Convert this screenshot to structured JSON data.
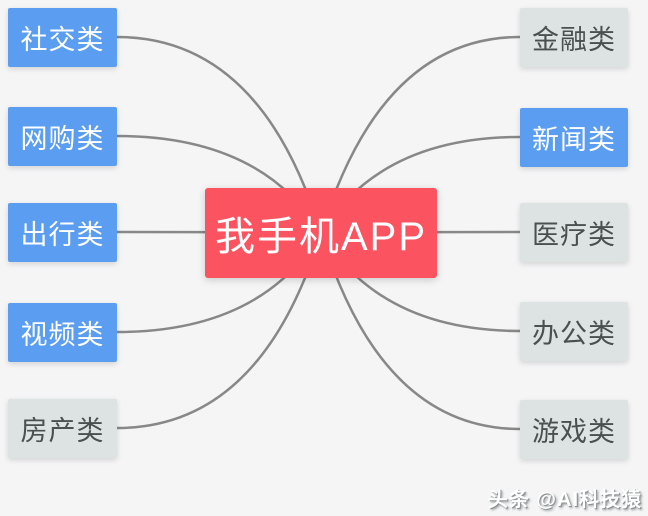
{
  "center_node": {
    "label": "我手机APP",
    "variant": "red"
  },
  "left_nodes": [
    {
      "label": "社交类",
      "variant": "blue"
    },
    {
      "label": "网购类",
      "variant": "blue"
    },
    {
      "label": "出行类",
      "variant": "blue"
    },
    {
      "label": "视频类",
      "variant": "blue"
    },
    {
      "label": "房产类",
      "variant": "gray"
    }
  ],
  "right_nodes": [
    {
      "label": "金融类",
      "variant": "gray"
    },
    {
      "label": "新闻类",
      "variant": "blue"
    },
    {
      "label": "医疗类",
      "variant": "gray"
    },
    {
      "label": "办公类",
      "variant": "gray"
    },
    {
      "label": "游戏类",
      "variant": "gray"
    }
  ],
  "watermark": {
    "text": "头条 @AI科技猿"
  },
  "colors": {
    "background": "#f5f5f6",
    "center_bg": "#fb5460",
    "center_text": "#ffffff",
    "blue_bg": "#5b9df0",
    "blue_text": "#ffffff",
    "gray_bg": "#dde3e3",
    "gray_text": "#4a4f50",
    "edge": "#888888"
  }
}
